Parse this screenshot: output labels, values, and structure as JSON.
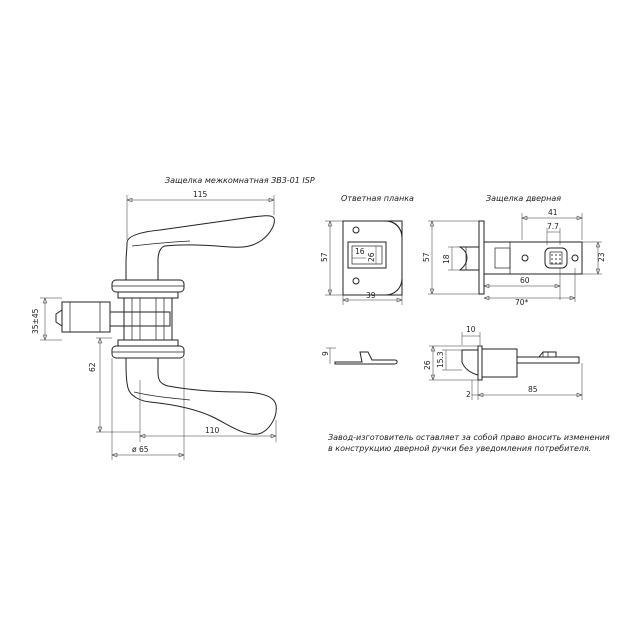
{
  "titles": {
    "main": "Защелка межкомнатная ЗВ3-01 ISP",
    "strike_plate": "Ответная планка",
    "door_latch": "Защелка дверная"
  },
  "dimensions": {
    "handle_width": "115",
    "handle_height": "35±45",
    "handle_lower_height": "62",
    "lever_length": "110",
    "rosette_diameter": "ø 65",
    "plate_height": "57",
    "plate_width": "39",
    "plate_window_w": "16",
    "plate_window_h": "26",
    "plate_side_thk": "9",
    "latch_total": "41",
    "latch_7_7": "7.7",
    "latch_faceplate_h": "57",
    "latch_bolt_h": "18",
    "latch_body_h": "23",
    "latch_backset_60": "60",
    "latch_backset_70": "70*",
    "latch_top_10": "10",
    "latch_26": "26",
    "latch_15_3": "15.3",
    "latch_2": "2",
    "latch_length_85": "85"
  },
  "note": {
    "line1": "Завод-изготовитель оставляет за собой право вносить изменения",
    "line2": "в конструкцию дверной ручки без уведомления потребителя."
  }
}
